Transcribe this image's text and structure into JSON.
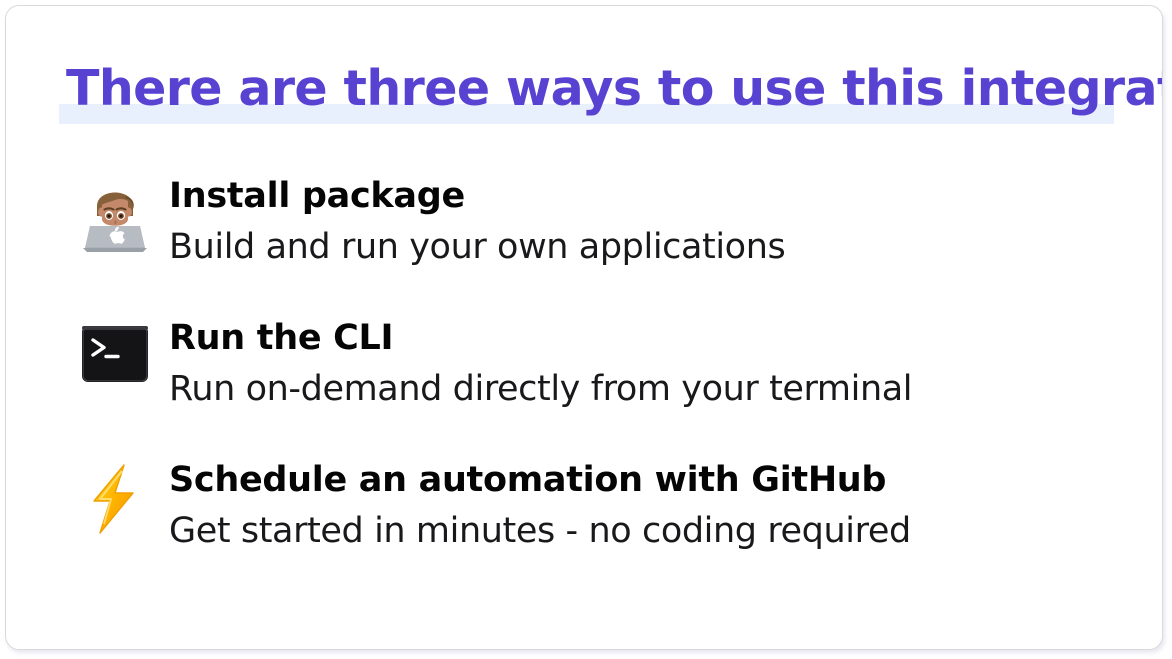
{
  "slide": {
    "title": "There are three ways to use this integration",
    "title_color": "#5842d2",
    "title_highlight_color": "#e9f0fd",
    "card_background": "#ffffff",
    "card_border_color": "#d9d9dd"
  },
  "items": [
    {
      "icon": "technologist-emoji",
      "icon_description": "person coding on laptop",
      "heading": "Install package",
      "description": "Build and run your own applications"
    },
    {
      "icon": "terminal-emoji",
      "icon_description": "black terminal window with prompt",
      "heading": "Run the CLI",
      "description": "Run on-demand directly from your terminal"
    },
    {
      "icon": "high-voltage-emoji",
      "icon_description": "yellow orange lightning bolt",
      "heading": "Schedule an automation with GitHub",
      "description": "Get started in minutes - no coding required"
    }
  ]
}
